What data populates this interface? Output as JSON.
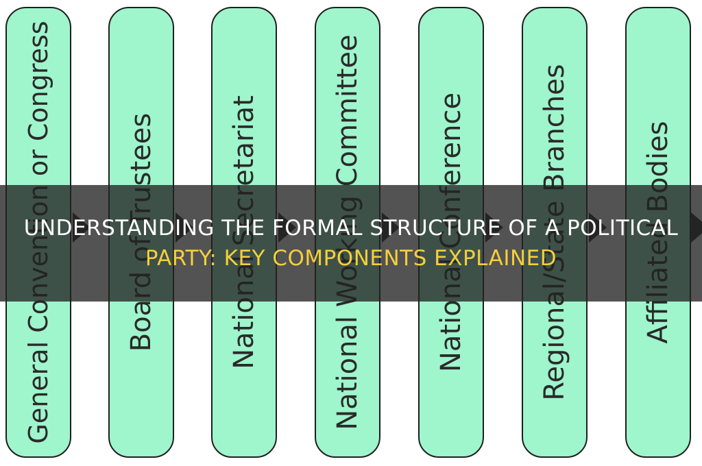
{
  "diagram": {
    "columns": [
      {
        "label": "General Convention or Congress"
      },
      {
        "label": "Board of Trustees"
      },
      {
        "label": "National Secretariat"
      },
      {
        "label": "National Working Committee"
      },
      {
        "label": "National Conference"
      },
      {
        "label": "Regional/State Branches"
      },
      {
        "label": "Affiliated Bodies"
      }
    ],
    "fill_color": "#9ff5cc",
    "border_color": "#1e1e1e",
    "arrow_color": "#2b2b2b"
  },
  "banner": {
    "line1": "UNDERSTANDING THE FORMAL STRUCTURE OF A POLITICAL",
    "line2": "PARTY: KEY COMPONENTS EXPLAINED",
    "line1_color": "#ffffff",
    "line2_color": "#f5cf3a"
  }
}
